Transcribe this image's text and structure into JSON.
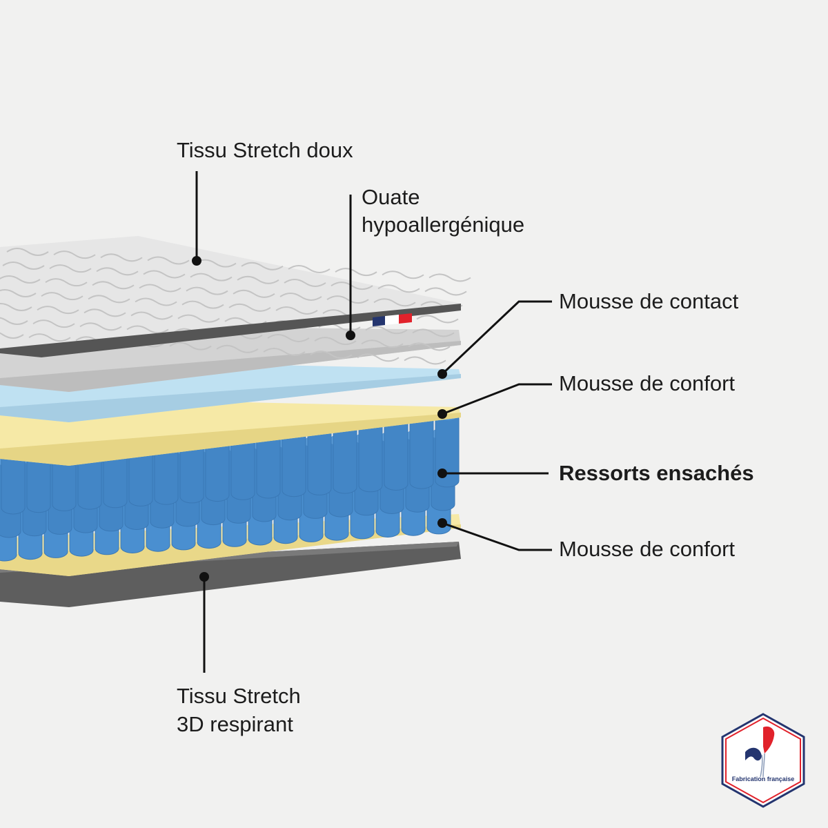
{
  "labels": {
    "tissu_stretch_doux": "Tissu Stretch doux",
    "ouate_line1": "Ouate",
    "ouate_line2": "hypoallergénique",
    "mousse_contact": "Mousse de contact",
    "mousse_confort_top": "Mousse de confort",
    "ressorts": "Ressorts ensachés",
    "mousse_confort_bottom": "Mousse de confort",
    "tissu_3d_line1": "Tissu Stretch",
    "tissu_3d_line2": "3D respirant"
  },
  "badge": {
    "text": "Fabrication française",
    "colors": {
      "blue": "#24356f",
      "red": "#e1222b"
    }
  },
  "colors": {
    "quilt": "#e4e4e4",
    "ouate": "#d3d3d3",
    "contact_foam": "#bfe1f2",
    "comfort_foam": "#f6e9a6",
    "springs": "#4a8fd0",
    "base_fabric": "#5e5e5e"
  }
}
